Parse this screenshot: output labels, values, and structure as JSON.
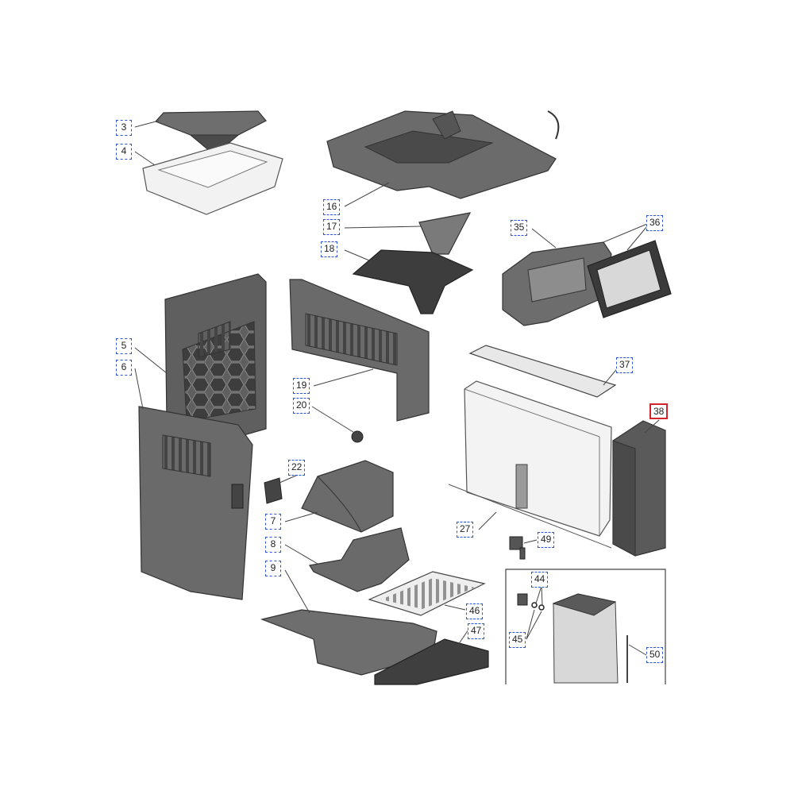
{
  "diagram": {
    "callouts": [
      {
        "label": "3"
      },
      {
        "label": "4"
      },
      {
        "label": "5"
      },
      {
        "label": "6"
      },
      {
        "label": "16"
      },
      {
        "label": "17"
      },
      {
        "label": "18"
      },
      {
        "label": "19"
      },
      {
        "label": "20"
      },
      {
        "label": "22"
      },
      {
        "label": "7"
      },
      {
        "label": "8"
      },
      {
        "label": "9"
      },
      {
        "label": "35"
      },
      {
        "label": "36"
      },
      {
        "label": "37"
      },
      {
        "label": "38",
        "selected": true
      },
      {
        "label": "27"
      },
      {
        "label": "49"
      },
      {
        "label": "44"
      },
      {
        "label": "45"
      },
      {
        "label": "46"
      },
      {
        "label": "47"
      },
      {
        "label": "50"
      }
    ]
  },
  "colors": {
    "part_fill": "#6e6e6e",
    "part_dark": "#4a4a4a",
    "part_light": "#e9e9e9",
    "outline": "#3a3a3a",
    "callout_border": "#2f55d4",
    "selected_border": "#d3242a"
  }
}
